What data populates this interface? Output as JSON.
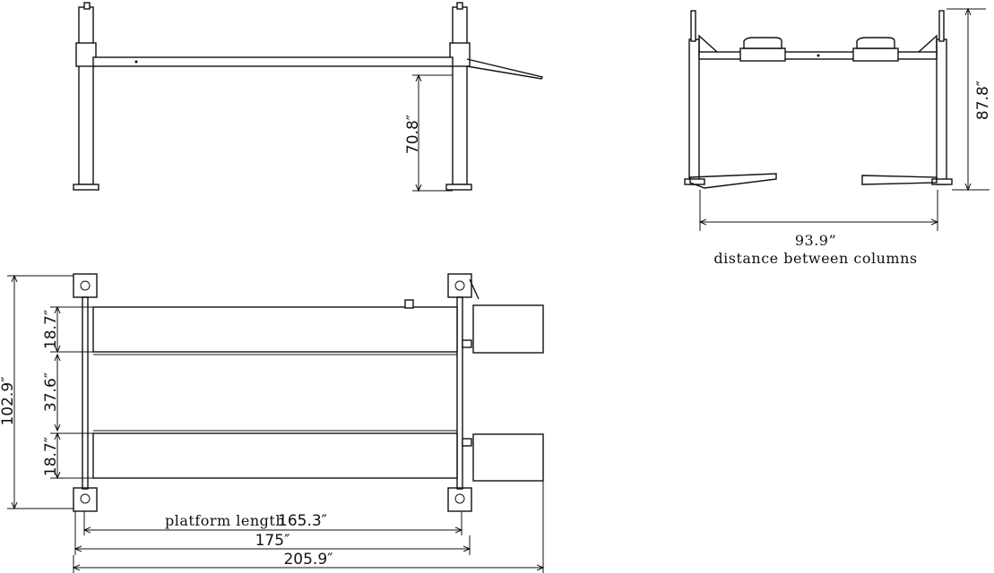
{
  "side_view": {
    "dims": {
      "height_label": "70.8″"
    }
  },
  "front_view": {
    "dims": {
      "column_height_label": "87.8″",
      "column_distance_label": "93.9”",
      "column_distance_caption": "distance between columns"
    }
  },
  "top_view": {
    "dims": {
      "overall_width_label": "102.9″",
      "runway_width_top_label": "18.7″",
      "gap_label": "37.6″",
      "runway_width_bottom_label": "18.7″",
      "platform_length_caption": "platform length",
      "platform_length_label": "165.3″",
      "column_spacing_label": "175″",
      "overall_length_label": "205.9″"
    }
  }
}
